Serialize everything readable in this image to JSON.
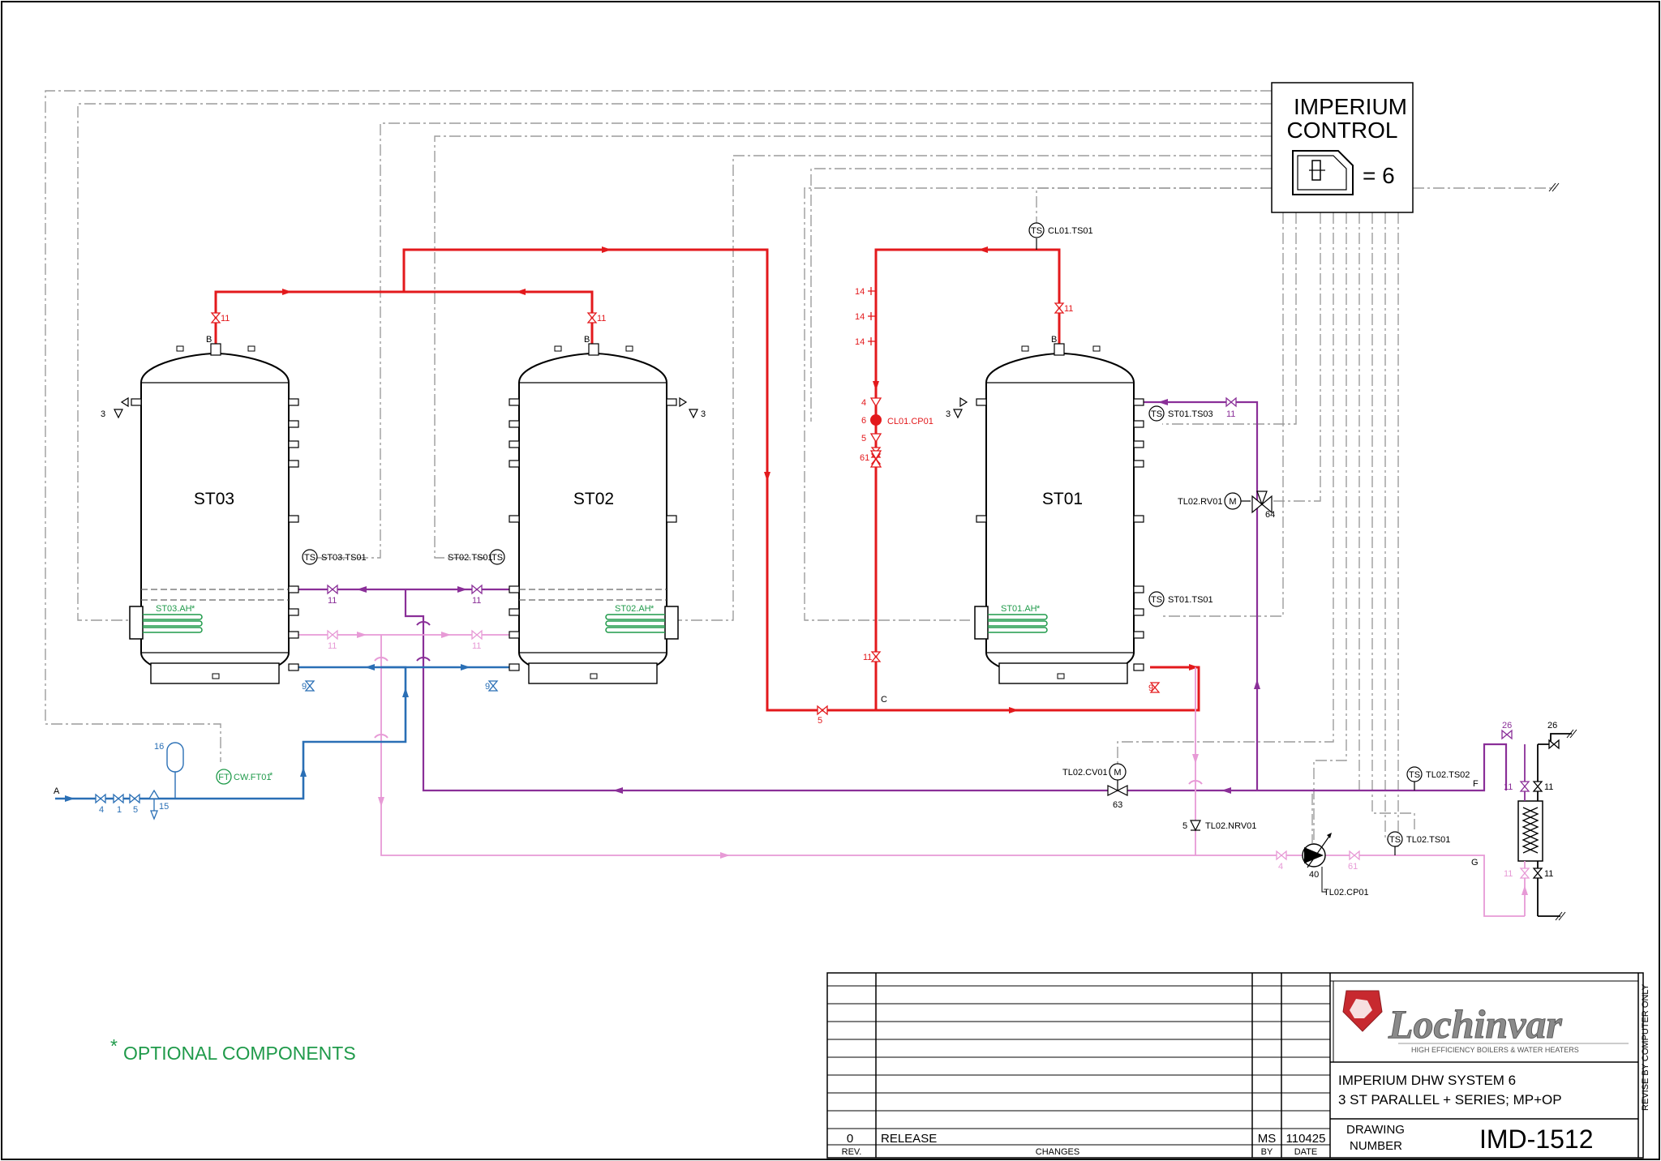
{
  "colors": {
    "hot": "#e3191c",
    "recirc": "#8a2f98",
    "recirc_light": "#e79ad6",
    "cold": "#2a6fb5",
    "optional": "#1f9a4a",
    "control_wiring": "#9c9c9c"
  },
  "control": {
    "title_line1": "IMPERIUM",
    "title_line2": "CONTROL",
    "count_text": "= 6",
    "icon": "controller-icon"
  },
  "tanks": [
    {
      "label": "ST03",
      "sensor": "ST03.TS01",
      "heater": "ST03.AH"
    },
    {
      "label": "ST02",
      "sensor": "ST02.TS01",
      "heater": "ST02.AH"
    },
    {
      "label": "ST01",
      "sensor_top": "ST01.TS03",
      "sensor_low": "ST01.TS01",
      "heater": "ST01.AH"
    }
  ],
  "instruments": {
    "ts_symbol": "TS",
    "ft_symbol": "FT",
    "m_symbol": "M",
    "cl01_ts01": "CL01.TS01",
    "cl01_cp01": "CL01.CP01",
    "tl02_rv01": "TL02.RV01",
    "tl02_cv01": "TL02.CV01",
    "tl02_ts02": "TL02.TS02",
    "tl02_ts01": "TL02.TS01",
    "tl02_nrv01": "TL02.NRV01",
    "tl02_cp01": "TL02.CP01",
    "cw_ft01": "CW.FT01",
    "asterisk": "*"
  },
  "tags": {
    "n1": "1",
    "n3": "3",
    "n4": "4",
    "n5": "5",
    "n6": "6",
    "n9": "9",
    "n11": "11",
    "n14": "14",
    "n15": "15",
    "n16": "16",
    "n26": "26",
    "n40": "40",
    "n61": "61",
    "n63": "63",
    "n64": "64",
    "a": "A",
    "b": "B",
    "c": "C",
    "f": "F",
    "g": "G"
  },
  "notes": {
    "optional": "OPTIONAL COMPONENTS"
  },
  "title_block": {
    "brand": "Lochinvar",
    "tagline": "HIGH EFFICIENCY BOILERS & WATER HEATERS",
    "title_line1": "IMPERIUM DHW SYSTEM 6",
    "title_line2": "3 ST PARALLEL + SERIES; MP+OP",
    "revise_note": "REVISE BY COMPUTER ONLY",
    "drawing_label_1": "DRAWING",
    "drawing_label_2": "NUMBER",
    "drawing_number": "IMD-1512",
    "rev_header": "REV.",
    "changes_header": "CHANGES",
    "by_header": "BY",
    "date_header": "DATE",
    "revisions": [
      {
        "rev": "0",
        "change": "RELEASE",
        "by": "MS",
        "date": "110425"
      }
    ]
  }
}
